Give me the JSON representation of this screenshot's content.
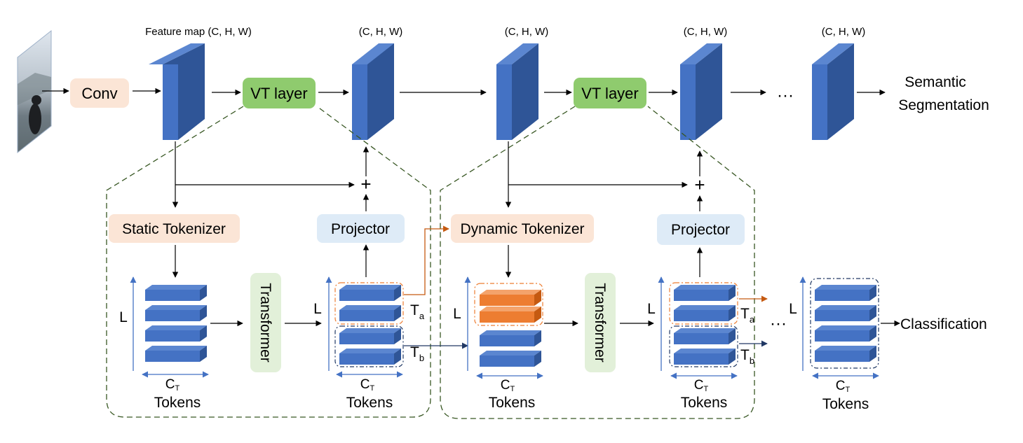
{
  "labels": {
    "feature_map_first": "Feature map (C, H, W)",
    "chw": "(C, H, W)",
    "conv": "Conv",
    "vt_layer": "VT layer",
    "ellipsis": "···",
    "semantic_line1": "Semantic",
    "semantic_line2": "Segmentation",
    "static_tokenizer": "Static Tokenizer",
    "dynamic_tokenizer": "Dynamic Tokenizer",
    "projector": "Projector",
    "transformer": "Transformer",
    "tokens": "Tokens",
    "l_axis": "L",
    "c_axis": "C",
    "c_axis_sub": "T",
    "t_a": "T",
    "t_a_sub": "a",
    "t_b": "T",
    "t_b_sub": "b",
    "plus": "+",
    "classification": "Classification"
  },
  "colors": {
    "conv_fill": "#FBE5D6",
    "tokenizer_fill": "#FBE5D6",
    "vt_layer_fill": "#8FCB6E",
    "projector_fill": "#DEEBF7",
    "transformer_fill": "#E2F0D9",
    "block_front": "#4472C4",
    "block_side": "#2F5597",
    "block_top": "#5B86D0",
    "token_orange": "#ED7D31",
    "group_dash": "#385723",
    "orange_arrow": "#C55A11",
    "blue_arrow": "#203864"
  }
}
